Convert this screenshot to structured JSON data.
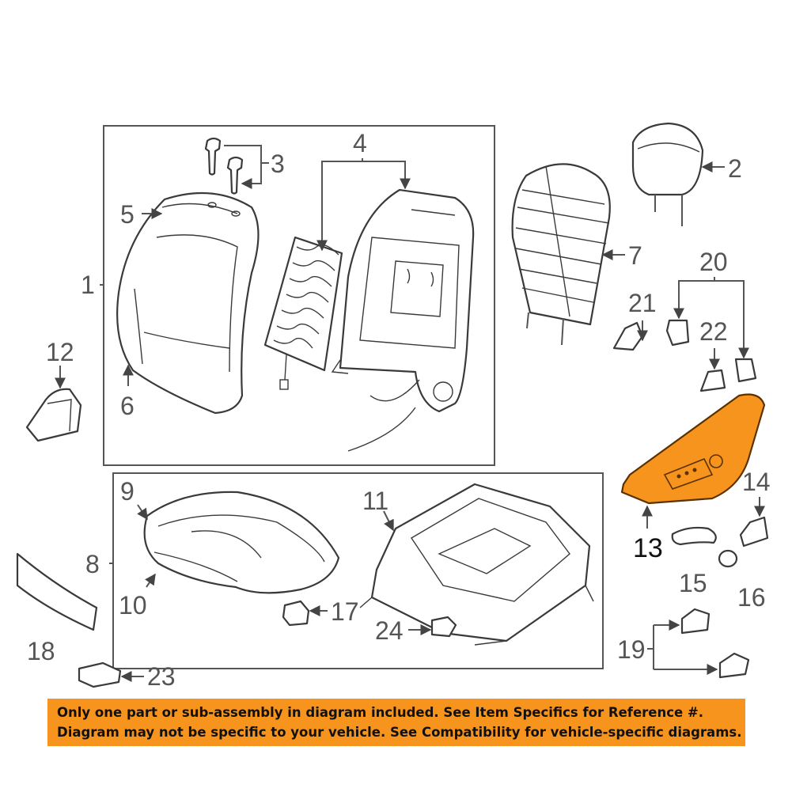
{
  "callouts": {
    "c1": "1",
    "c2": "2",
    "c3": "3",
    "c4": "4",
    "c5": "5",
    "c6": "6",
    "c7": "7",
    "c8": "8",
    "c9": "9",
    "c10": "10",
    "c11": "11",
    "c12": "12",
    "c13": "13",
    "c14": "14",
    "c15": "15",
    "c16": "16",
    "c17": "17",
    "c18": "18",
    "c19": "19",
    "c20": "20",
    "c21": "21",
    "c22": "22",
    "c23": "23",
    "c24": "24"
  },
  "highlight": {
    "part": "13",
    "color": "#f7941d"
  },
  "notice": {
    "line1": "Only one part or sub-assembly in diagram included. See Item Specifics for Reference #.",
    "line2": "Diagram may not be specific to your vehicle. See Compatibility for vehicle-specific diagrams."
  },
  "colors": {
    "banner": "#f7941d",
    "linework": "#3a3a3a",
    "labels": "#555555"
  }
}
